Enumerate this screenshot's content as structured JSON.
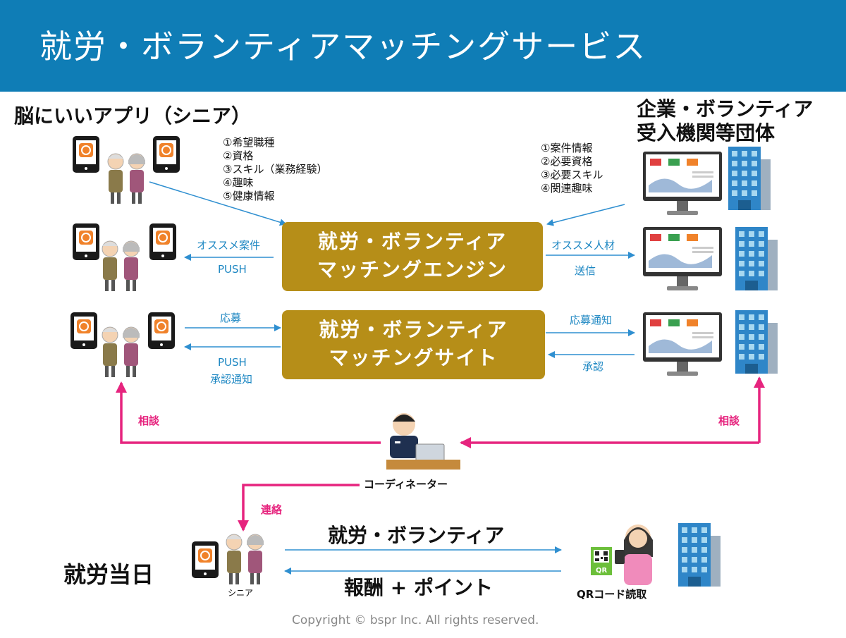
{
  "header": {
    "title": "就労・ボランティアマッチングサービス"
  },
  "left_heading": "脳にいいアプリ（シニア）",
  "right_heading": [
    "企業・ボランティア",
    "受入機関等団体"
  ],
  "senior_items": [
    "①希望職種",
    "②資格",
    "③スキル（業務経験）",
    "④趣味",
    "⑤健康情報"
  ],
  "company_items": [
    "①案件情報",
    "②必要資格",
    "③必要スキル",
    "④関連趣味"
  ],
  "engine": {
    "line1": "就労・ボランティア",
    "line2": "マッチングエンジン"
  },
  "site": {
    "line1": "就労・ボランティア",
    "line2": "マッチングサイト"
  },
  "labels": {
    "osusume_anken": "オススメ案件",
    "push1": "PUSH",
    "osusume_jinzai": "オススメ人材",
    "soushin": "送信",
    "oubo": "応募",
    "push2": "PUSH",
    "shounin_tsuchi": "承認通知",
    "oubo_tsuchi": "応募通知",
    "shounin": "承認",
    "soudan_left": "相談",
    "soudan_right": "相談",
    "coordinator": "コーディネーター",
    "renraku": "連絡",
    "shuro_tojitsu": "就労当日",
    "senior": "シニア",
    "flow_top": "就労・ボランティア",
    "flow_bottom": "報酬 + ポイント",
    "qr_reader": "QRコード読取",
    "qr_badge": "QR"
  },
  "copyright": "Copyright © bspr Inc. All rights reserved.",
  "colors": {
    "header": "#0f7db6",
    "engine": "#b68e18",
    "arrow_blue": "#2f8fd0",
    "arrow_pink": "#e6247e",
    "phone_orange": "#f0822a"
  }
}
